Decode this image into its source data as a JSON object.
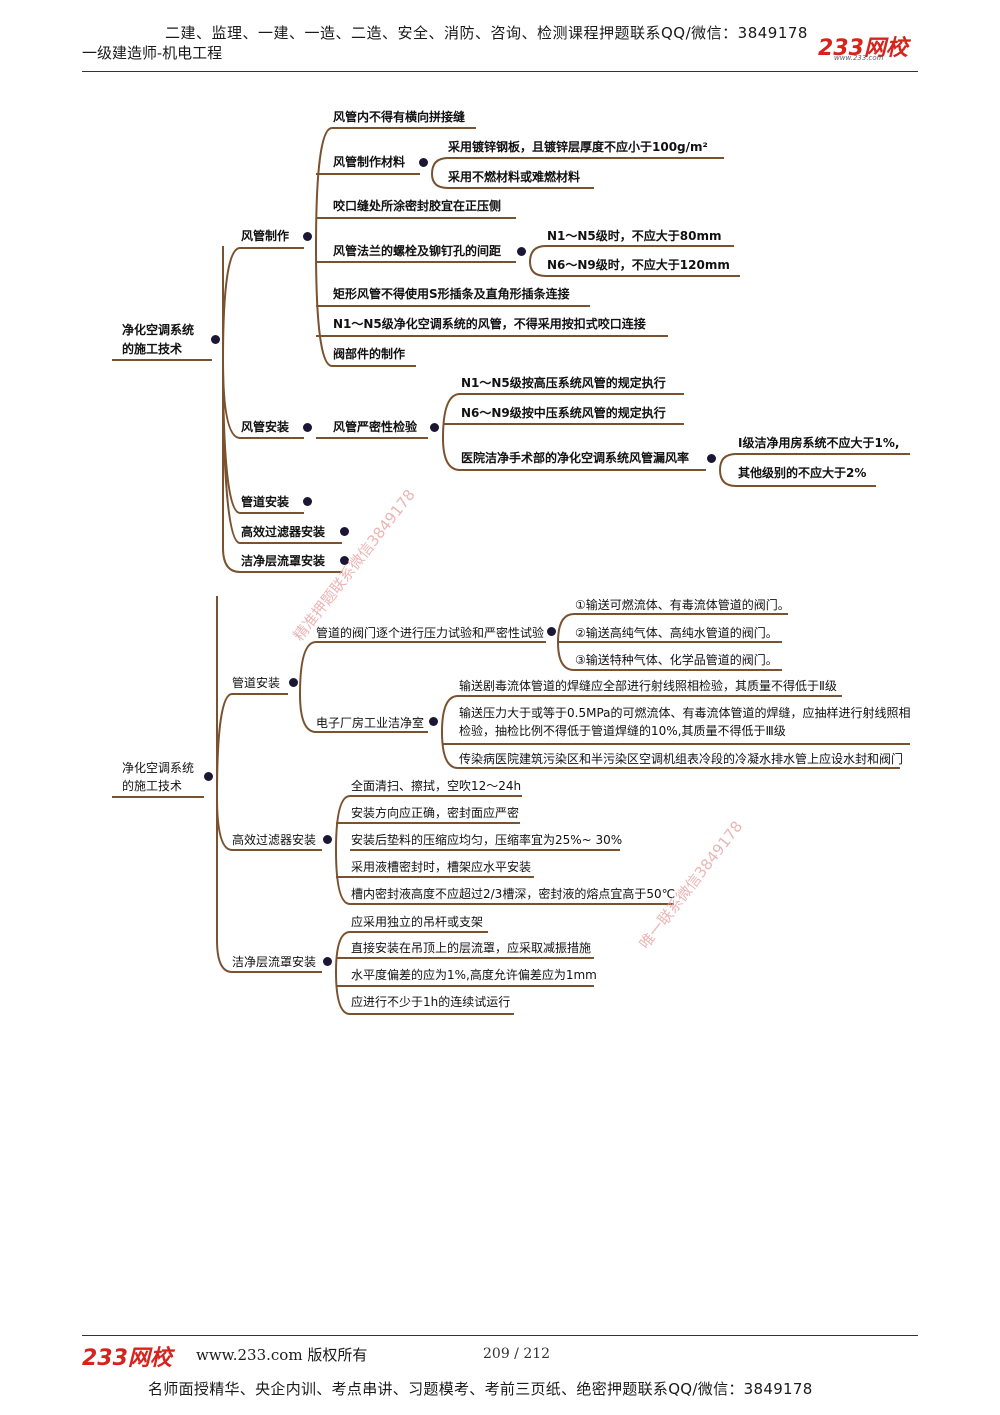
{
  "header": {
    "top_line": "二建、监理、一建、一造、二造、安全、消防、咨询、检测课程押题联系QQ/微信：3849178",
    "subtitle": "一级建造师-机电工程",
    "logo": "233网校",
    "logo_url": "www.233.com"
  },
  "watermarks": [
    "精准押题联系微信3849178",
    "唯一联系微信3849178"
  ],
  "map1": {
    "root": "净化空调系统的施工技术",
    "root_line1": "净化空调系统",
    "root_line2": "的施工技术",
    "duct_making": {
      "label": "风管制作",
      "item1": "风管内不得有横向拼接缝",
      "materials": {
        "label": "风管制作材料",
        "a": "采用镀锌钢板，且镀锌层厚度不应小于100g/m²",
        "b": "采用不燃材料或难燃材料"
      },
      "item3": "咬口缝处所涂密封胶宜在正压侧",
      "flange": {
        "label": "风管法兰的螺栓及铆钉孔的间距",
        "a": "N1～N5级时，不应大于80mm",
        "b": "N6～N9级时，不应大于120mm"
      },
      "item5": "矩形风管不得使用S形插条及直角形插条连接",
      "item6": "N1～N5级净化空调系统的风管，不得采用按扣式咬口连接",
      "item7": "阀部件的制作"
    },
    "duct_install": {
      "label": "风管安装",
      "test": {
        "label": "风管严密性检验",
        "a": "N1～N5级按高压系统风管的规定执行",
        "b": "N6～N9级按中压系统风管的规定执行",
        "c": {
          "label": "医院洁净手术部的净化空调系统风管漏风率",
          "a": "Ⅰ级洁净用房系统不应大于1%,",
          "b": "其他级别的不应大于2%"
        }
      }
    },
    "pipe": "管道安装",
    "hepa": "高效过滤器安装",
    "laminar": "洁净层流罩安装"
  },
  "map2": {
    "root_line1": "净化空调系统",
    "root_line2": "的施工技术",
    "pipe": {
      "label": "管道安装",
      "valve": {
        "label": "管道的阀门逐个进行压力试验和严密性试验",
        "a": "①输送可燃流体、有毒流体管道的阀门。",
        "b": "②输送高纯气体、高纯水管道的阀门。",
        "c": "③输送特种气体、化学品管道的阀门。"
      },
      "fab": {
        "label": "电子厂房工业洁净室",
        "a": "输送剧毒流体管道的焊缝应全部进行射线照相检验，其质量不得低于Ⅱ级",
        "b1": "输送压力大于或等于0.5MPa的可燃流体、有毒流体管道的焊缝，应抽样进行射线照相",
        "b2": "检验，抽检比例不得低于管道焊缝的10%,其质量不得低于Ⅲ级",
        "c": "传染病医院建筑污染区和半污染区空调机组表冷段的冷凝水排水管上应设水封和阀门"
      }
    },
    "hepa": {
      "label": "高效过滤器安装",
      "a": "全面清扫、擦拭，空吹12～24h",
      "b": "安装方向应正确，密封面应严密",
      "c": "安装后垫料的压缩应均匀，压缩率宜为25%~ 30%",
      "d": "采用液槽密封时，槽架应水平安装",
      "e": "槽内密封液高度不应超过2/3槽深，密封液的熔点宜高于50℃"
    },
    "laminar": {
      "label": "洁净层流罩安装",
      "a": "应采用独立的吊杆或支架",
      "b": "直接安装在吊顶上的层流罩，应采取减振措施",
      "c": "水平度偏差的应为1%,高度允许偏差应为1mm",
      "d": "应进行不少于1h的连续试运行"
    }
  },
  "footer": {
    "logo": "233网校",
    "copyright": "www.233.com 版权所有",
    "page": "209 / 212",
    "bottom_line": "名师面授精华、央企内训、考点串讲、习题模考、考前三页纸、绝密押题联系QQ/微信：3849178"
  },
  "colors": {
    "branch": "#7a5230",
    "node_dot": "#1b1634",
    "brand": "#d6231c",
    "watermark": "#e8a3a3"
  }
}
